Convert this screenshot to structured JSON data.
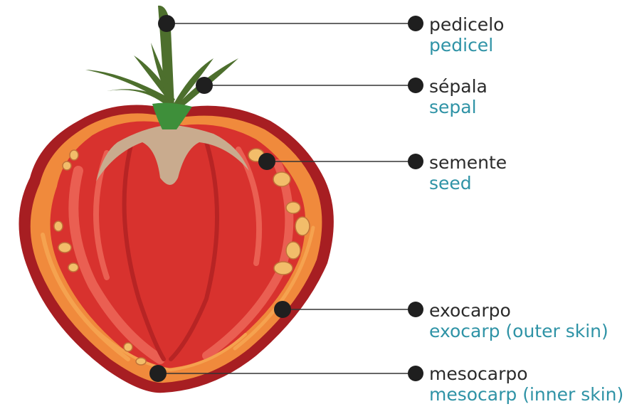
{
  "colors": {
    "skin": "#a71e22",
    "flesh": "#d8322e",
    "flesh_light": "#ea5f52",
    "flesh_dark": "#b72424",
    "placenta": "#c9ab8e",
    "mesocarp": "#f08a3c",
    "seed": "#f2bd6a",
    "leaf": "#4d6f2d",
    "stem_green": "#3e8f3a",
    "leader": "#333333",
    "dot": "#1f1f1f",
    "pt_text": "#2b2b2b",
    "en_text": "#2f93a6"
  },
  "labels": [
    {
      "pt": "pedicelo",
      "en": "pedicel"
    },
    {
      "pt": "sépala",
      "en": "sepal"
    },
    {
      "pt": "semente",
      "en": "seed"
    },
    {
      "pt": "exocarpo",
      "en": "exocarp (outer skin)"
    },
    {
      "pt": "mesocarpo",
      "en": "mesocarp (inner skin)"
    }
  ]
}
